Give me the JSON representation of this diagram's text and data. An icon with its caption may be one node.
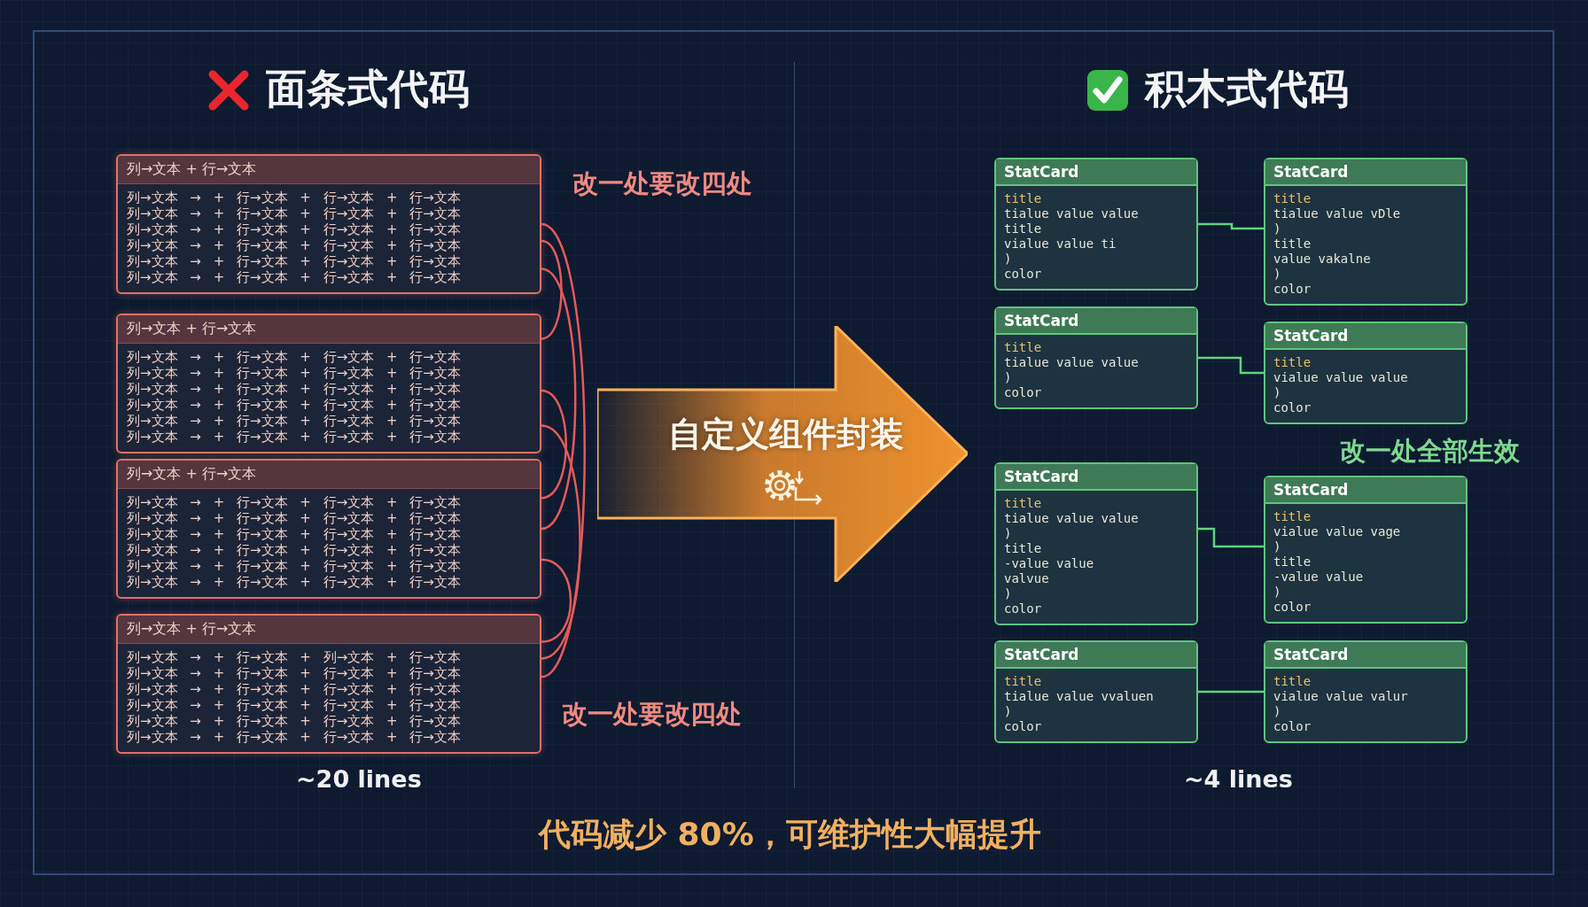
{
  "diagram": {
    "nodes": [
      {
        "text": [
          "列→文本 + 行→文本",
          "列→文本 → + 行→文本 + 行→文本 + 行→文本",
          "列→文本 → + 行→文本 + 行→文本 + 行→文本",
          "列→文本 → + 行→文本 + 行→文本 + 行→文本",
          "列→文本 → + 行→文本 + 行→文本 + 行→文本",
          "列→文本 → + 行→文本 + 行→文本 + 行→文本",
          "列→文本 → + 行→文本 + 行→文本 + 行→文本"
        ]
      },
      {
        "text": [
          "列→文本 + 行→文本",
          "列→文本 → + 行→文本 + 行→文本 + 行→文本",
          "列→文本 → + 行→文本 + 行→文本 + 行→文本",
          "列→文本 → + 行→文本 + 行→文本 + 行→文本",
          "列→文本 → + 行→文本 + 行→文本 + 行→文本",
          "列→文本 → + 行→文本 + 行→文本 + 行→文本",
          "列→文本 → + 行→文本 + 行→文本 + 行→文本"
        ]
      },
      {
        "text": [
          "列→文本 + 行→文本",
          "列→文本 → + 行→文本 + 行→文本 + 行→文本",
          "列→文本 → + 行→文本 + 行→文本 + 行→文本",
          "列→文本 → + 行→文本 + 行→文本 + 行→文本",
          "列→文本 → + 行→文本 + 行→文本 + 行→文本",
          "列→文本 → + 行→文本 + 行→文本 + 行→文本",
          "列→文本 → + 行→文本 + 行→文本 + 行→文本"
        ]
      },
      {
        "text": [
          "列→文本 + 行→文本",
          "列→文本 → + 行→文本 + 列→文本 + 行→文本",
          "列→文本 → + 行→文本 + 行→文本 + 行→文本",
          "列→文本 → + 行→文本 + 行→文本 + 行→文本",
          "列→文本 → + 行→文本 + 行→文本 + 行→文本",
          "列→文本 → + 行→文本 + 行→文本 + 行→文本",
          "列→文本 → + 行→文本 + 行→文本 + 行→文本"
        ]
      },
      {
        "text": [
          "自定义组件封装"
        ]
      },
      {
        "text": [
          "StatCard",
          "title",
          "tialue value value",
          "title",
          "vialue value ti",
          ")",
          "color"
        ]
      },
      {
        "text": [
          "StatCard",
          "title",
          "tialue value vDle",
          ")",
          "title",
          "value vakalne",
          ")",
          "color"
        ]
      },
      {
        "text": [
          "StatCard",
          "title",
          "tialue value value",
          ")",
          "color"
        ]
      },
      {
        "text": [
          "StatCard",
          "title",
          "vialue value value",
          ")",
          "color"
        ]
      },
      {
        "text": [
          "StatCard",
          "title",
          "tialue value value",
          ")",
          "title",
          "-value value",
          "valvue",
          ")",
          "color"
        ]
      },
      {
        "text": [
          "StatCard",
          "title",
          "vialue value vage",
          ")",
          "title",
          "-value value",
          ")",
          "color"
        ]
      },
      {
        "text": [
          "StatCard",
          "title",
          "tialue value vvaluen",
          ")",
          "color"
        ]
      },
      {
        "text": [
          "StatCard",
          "title",
          "vialue value valur",
          ")",
          "color"
        ]
      }
    ],
    "edges": [
      {
        "from": 0,
        "to": 1,
        "arrow": "none",
        "color": "#e65a5a"
      },
      {
        "from": 1,
        "to": 2,
        "arrow": "none",
        "color": "#e65a5a"
      },
      {
        "from": 2,
        "to": 3,
        "arrow": "none",
        "color": "#e65a5a"
      },
      {
        "from": 0,
        "to": 2,
        "arrow": "none",
        "color": "#e65a5a"
      },
      {
        "from": 1,
        "to": 3,
        "arrow": "none",
        "color": "#e65a5a"
      },
      {
        "from": 0,
        "to": 3,
        "arrow": "none",
        "color": "#e65a5a"
      },
      {
        "from": 5,
        "to": 6,
        "arrow": "none",
        "color": "#5fd47e"
      },
      {
        "from": 7,
        "to": 8,
        "arrow": "none",
        "color": "#5fd47e"
      },
      {
        "from": 9,
        "to": 10,
        "arrow": "none",
        "color": "#5fd47e"
      },
      {
        "from": 11,
        "to": 12,
        "arrow": "none",
        "color": "#5fd47e"
      }
    ],
    "labels": [
      "面条式代码",
      "积木式代码",
      "改一处要改四处",
      "改一处全部生效",
      "改一处要改四处",
      "~20 lines",
      "~4 lines",
      "代码减少 80%，可维护性大幅提升"
    ]
  }
}
